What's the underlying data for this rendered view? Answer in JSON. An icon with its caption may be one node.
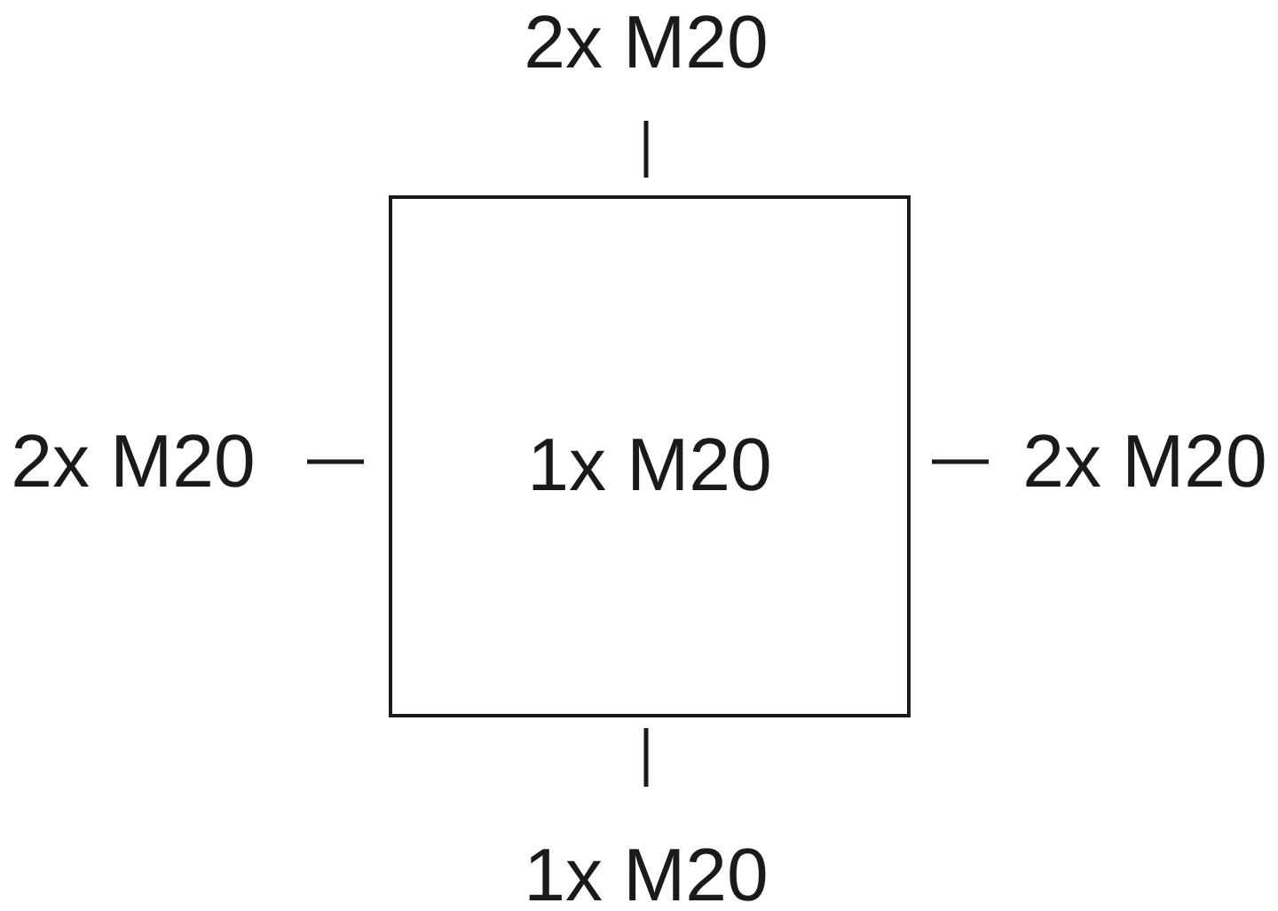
{
  "diagram": {
    "nodes": [
      {
        "text": [
          "1x M20"
        ]
      }
    ],
    "labels": [
      "2x M20",
      "2x M20",
      "2x M20",
      "1x M20"
    ]
  }
}
